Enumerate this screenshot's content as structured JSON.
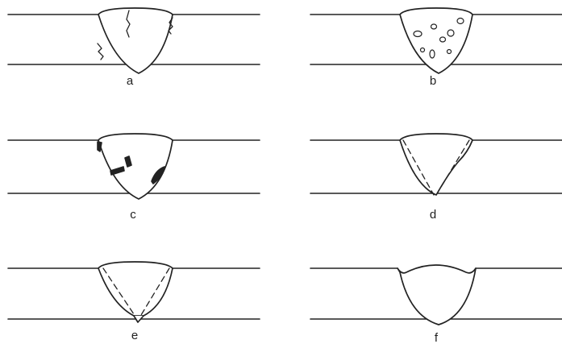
{
  "panels": [
    {
      "id": "a",
      "label": "a"
    },
    {
      "id": "b",
      "label": "b"
    },
    {
      "id": "c",
      "label": "c"
    },
    {
      "id": "d",
      "label": "d"
    },
    {
      "id": "e",
      "label": "e"
    },
    {
      "id": "f",
      "label": "f"
    }
  ]
}
